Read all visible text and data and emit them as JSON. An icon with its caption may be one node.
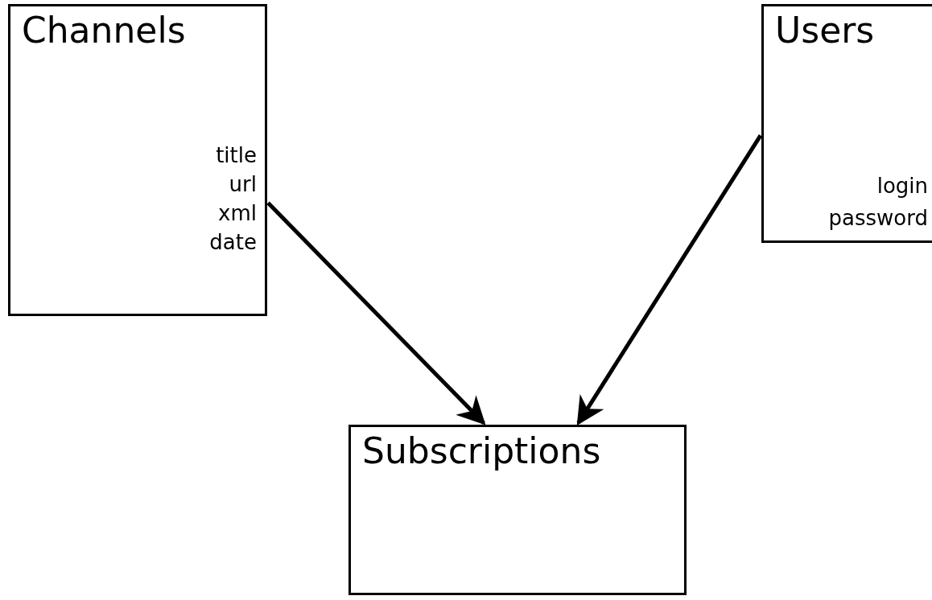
{
  "diagram": {
    "nodes": [
      {
        "text": [
          "Channels",
          "title",
          "url",
          "xml",
          "date"
        ]
      },
      {
        "text": [
          "Users",
          "login",
          "password"
        ]
      },
      {
        "text": [
          "Subscriptions"
        ]
      }
    ],
    "edges": [
      {
        "from": 0,
        "to": 2,
        "arrow": "to"
      },
      {
        "from": 1,
        "to": 2,
        "arrow": "to"
      }
    ]
  }
}
